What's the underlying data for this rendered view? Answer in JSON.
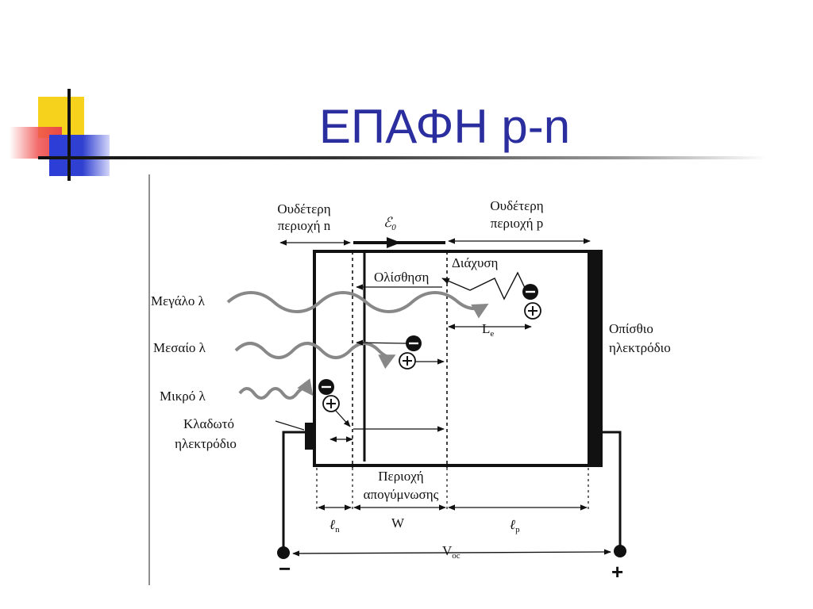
{
  "slide": {
    "title": "ΕΠΑΦΗ p-n"
  },
  "diagram": {
    "neutral_n": [
      "Ουδέτερη",
      "περιοχή n"
    ],
    "neutral_p": [
      "Ουδέτερη",
      "περιοχή p"
    ],
    "field_symbol": "ℰ",
    "field_sub": "0",
    "diffusion": "Διάχυση",
    "drift": "Ολίσθηση",
    "long_wavelength": "Μεγάλο λ",
    "medium_wavelength": "Μεσαίο λ",
    "short_wavelength": "Μικρό λ",
    "front_electrode": [
      "Κλαδωτό",
      "ηλεκτρόδιο"
    ],
    "back_electrode": [
      "Οπίσθιο",
      "ηλεκτρόδιο"
    ],
    "depletion_region": [
      "Περιοχή",
      "απογύμνωσης"
    ],
    "diffusion_length": "L",
    "diffusion_length_sub": "e",
    "length_n": "ℓ",
    "length_n_sub": "n",
    "width": "W",
    "length_p": "ℓ",
    "length_p_sub": "p",
    "voc": "V",
    "voc_sub": "oc",
    "minus_terminal": "−",
    "plus_terminal": "+"
  },
  "colors": {
    "title": "#2b2e9e",
    "accent_yellow": "#f7d21d",
    "accent_red": "#e84848",
    "accent_blue": "#2c3ed8"
  }
}
